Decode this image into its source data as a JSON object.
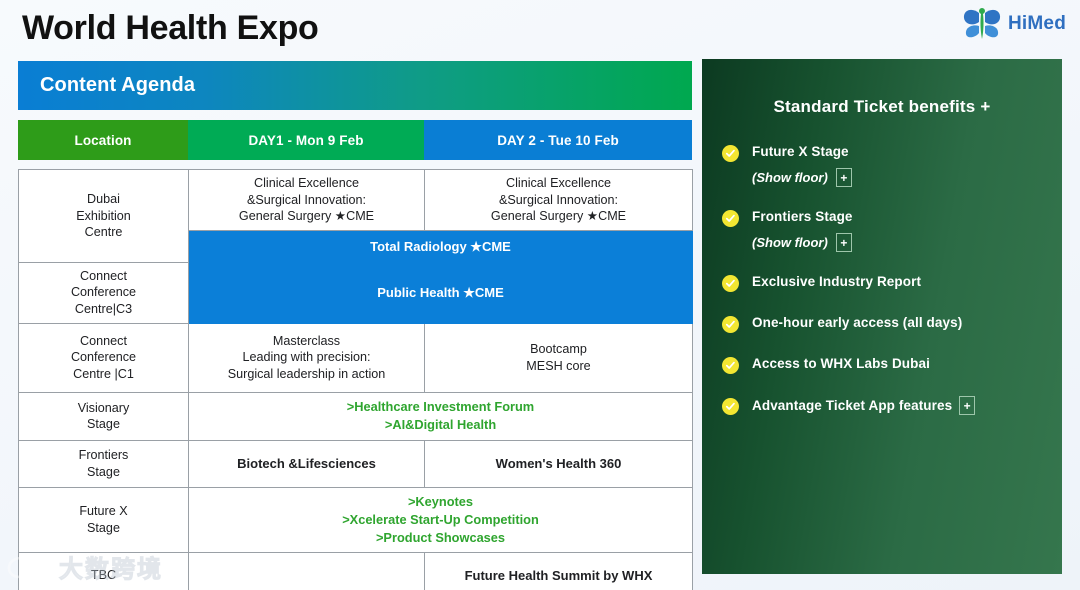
{
  "header": {
    "title": "World Health Expo",
    "logo_text": "HiMed",
    "logo_icon": "himed-butterfly-logo"
  },
  "agenda": {
    "bar_label": "Content Agenda",
    "columns": [
      {
        "key": "location",
        "label": "Location"
      },
      {
        "key": "day1",
        "label": "DAY1 - Mon 9 Feb"
      },
      {
        "key": "day2",
        "label": "DAY 2 - Tue 10 Feb"
      }
    ],
    "rows": [
      {
        "location": "Dubai\nExhibition\nCentre",
        "location_lines": [
          "Dubai",
          "Exhibition",
          "Centre"
        ],
        "day1_lines": [
          "Clinical Excellence",
          "&Surgical Innovation:",
          "General Surgery ★CME"
        ],
        "day2_lines": [
          "Clinical Excellence",
          "&Surgical Innovation:",
          "General Surgery ★CME"
        ]
      },
      {
        "span_label": "Total  Radiology ★CME"
      },
      {
        "location_lines": [
          "Connect",
          "Conference",
          "Centre|C3"
        ],
        "span_label": "Public Health ★CME"
      },
      {
        "location_lines": [
          "Connect",
          "Conference",
          "Centre |C1"
        ],
        "day1_lines": [
          "Masterclass",
          "Leading with precision:",
          "Surgical leadership in action"
        ],
        "day2_lines": [
          "Bootcamp",
          "MESH core"
        ]
      },
      {
        "location_lines": [
          "Visionary",
          "Stage"
        ],
        "span_lines": [
          ">Healthcare Investment Forum",
          ">AI&Digital Health"
        ]
      },
      {
        "location_lines": [
          "Frontiers",
          "Stage"
        ],
        "day1_lines": [
          "Biotech &Lifesciences"
        ],
        "day2_lines": [
          "Women's Health 360"
        ]
      },
      {
        "location_lines": [
          "Future X",
          "Stage"
        ],
        "span_lines": [
          ">Keynotes",
          ">Xcelerate Start-Up Competition",
          ">Product Showcases"
        ]
      },
      {
        "location_lines": [
          "TBC"
        ],
        "day1_lines": [
          ""
        ],
        "day2_lines": [
          "Future Health Summit by WHX"
        ]
      }
    ]
  },
  "benefits": {
    "title": "Standard Ticket benefits +",
    "items": [
      {
        "label": "Future X Stage",
        "sub": "(Show floor)",
        "has_plus": true,
        "sub_plus": true
      },
      {
        "label": "Frontiers Stage",
        "sub": "(Show floor)",
        "has_plus": true,
        "sub_plus": true
      },
      {
        "label": "Exclusive Industry Report",
        "sub": "",
        "has_plus": false
      },
      {
        "label": "One-hour early access (all days)",
        "sub": "",
        "has_plus": false
      },
      {
        "label": "Access to WHX Labs Dubai",
        "sub": "",
        "has_plus": false
      },
      {
        "label": "Advantage Ticket App features",
        "sub": "",
        "has_plus": true
      }
    ],
    "plus_symbol": "+"
  },
  "watermark": {
    "text": "大数跨境",
    "icon": "watermark-logo-icon"
  },
  "colors": {
    "accent_blue": "#0b7fd8",
    "accent_green": "#00ab55",
    "location_green": "#2e9c19",
    "panel_dark_green": "#0c3a21",
    "panel_light_green": "#35764d",
    "link_green": "#2fa52f",
    "check_yellow": "#f3e632",
    "logo_blue": "#2f6fc0"
  }
}
